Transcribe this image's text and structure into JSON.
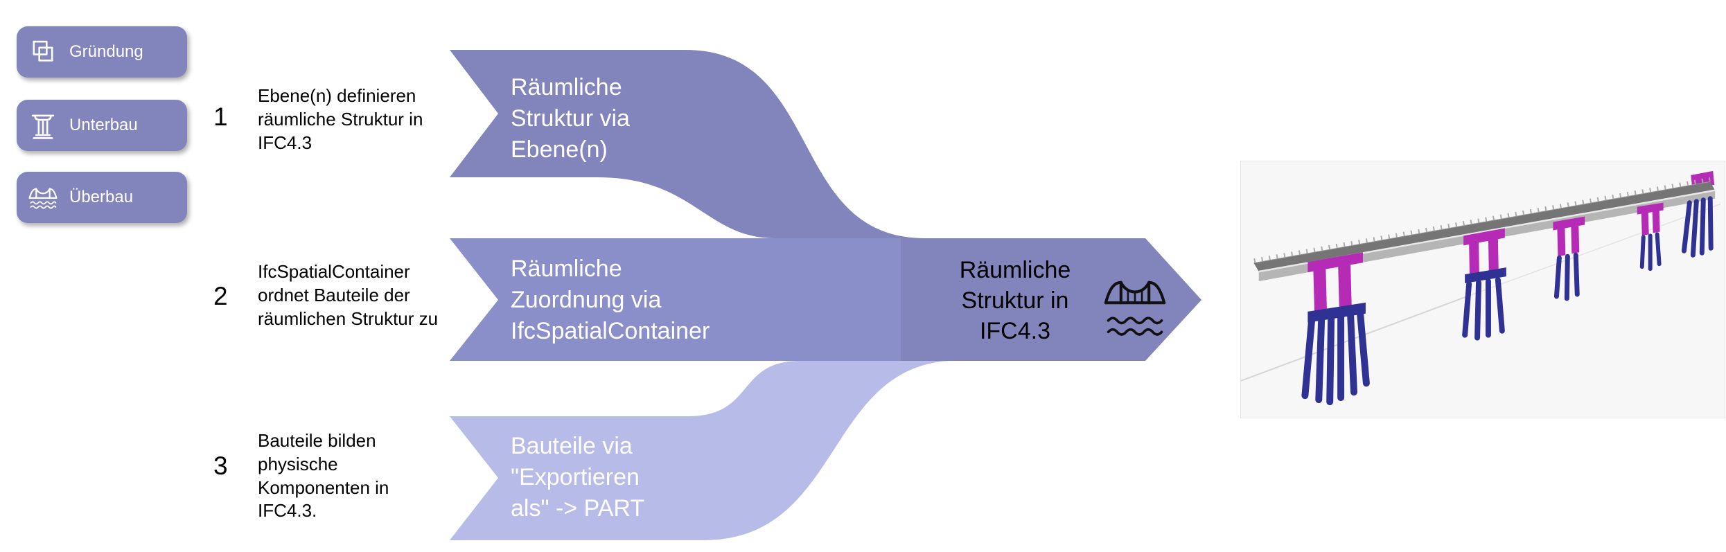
{
  "legend": {
    "items": [
      {
        "label": "Gründung",
        "icon": "foundation-icon"
      },
      {
        "label": "Unterbau",
        "icon": "column-icon"
      },
      {
        "label": "Überbau",
        "icon": "bridge-icon"
      }
    ]
  },
  "steps": [
    {
      "number": "1",
      "description": "Ebene(n) definieren\nräumliche Struktur in\nIFC4.3",
      "arrow_label": "Räumliche\nStruktur via\nEbene(n)"
    },
    {
      "number": "2",
      "description": "IfcSpatialContainer\nordnet Bauteile der\nräumlichen Struktur zu",
      "arrow_label": "Räumliche\nZuordnung via\nIfcSpatialContainer"
    },
    {
      "number": "3",
      "description": "Bauteile bilden\nphysische\nKomponenten in\nIFC4.3.",
      "arrow_label": "Bauteile via\n\"Exportieren\nals\" -> PART"
    }
  ],
  "result": {
    "label": "Räumliche\nStruktur in\nIFC4.3",
    "icon": "bridge-icon"
  },
  "colors": {
    "arrow_primary": "#8185bb",
    "arrow_secondary": "#8a8fc9",
    "arrow_tertiary": "#b7bbe8",
    "legend_button": "#8185bb",
    "arrow_text": "#ffffff",
    "body_text": "#000000",
    "bridge_road": "#757575",
    "bridge_deck_side": "#b5b5b5",
    "bridge_pier": "#b52bb5",
    "bridge_pile": "#2f3193"
  }
}
